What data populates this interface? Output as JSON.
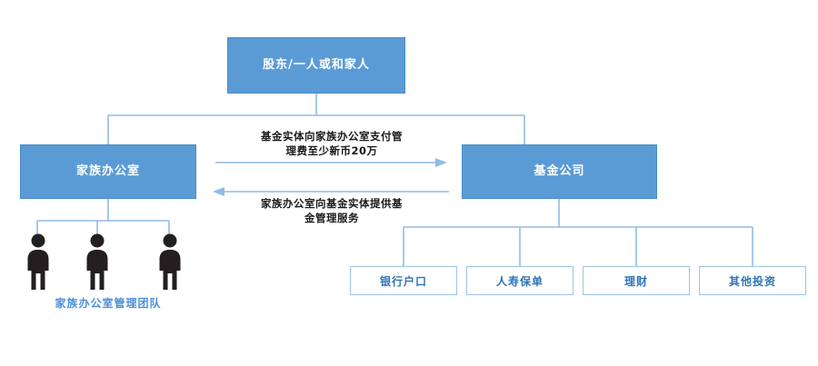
{
  "diagram": {
    "title_text": "",
    "colors": {
      "node_fill": "#5B9BD5",
      "node_text": "#FFFFFF",
      "leaf_border": "#9DC3E6",
      "leaf_text": "#2E75B6",
      "connector": "#8FBCE6",
      "arrow": "#8FBCE6",
      "caption_text": "#1A1A1A",
      "team_caption_text": "#4A90D9",
      "person_icon": "#231F20",
      "background": "#FFFFFF"
    },
    "nodes": {
      "shareholder": "股东/一人或和家人",
      "family_office": "家族办公室",
      "fund_company": "基金公司"
    },
    "leaves": [
      {
        "label": "银行户口"
      },
      {
        "label": "人寿保单"
      },
      {
        "label": "理财"
      },
      {
        "label": "其他投资"
      }
    ],
    "arrows": {
      "pay_fee": {
        "line1": "基金实体向家族办公室支付管",
        "line2": "理费至少新币20万",
        "direction": "right"
      },
      "provide_service": {
        "line1": "家族办公室向基金实体提供基",
        "line2": "金管理服务",
        "direction": "left"
      }
    },
    "team": {
      "caption": "家族办公室管理团队",
      "member_count": 3,
      "icon": "person-icon"
    }
  }
}
